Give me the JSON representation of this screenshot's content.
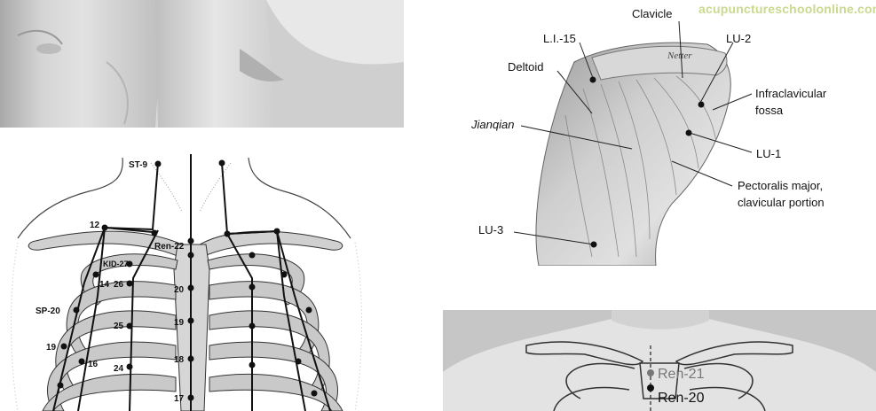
{
  "watermark": "acupunctureschoolonline.com",
  "chest_diagram": {
    "labels": {
      "st9": "ST-9",
      "p12": "12",
      "ren22": "Ren-22",
      "kid27": "KID-27",
      "p14": "14",
      "p26": "26",
      "p20": "20",
      "sp20": "SP-20",
      "p25": "25",
      "p19a": "19",
      "p19b": "19",
      "p16": "16",
      "p24": "24",
      "p18": "18",
      "p17": "17"
    }
  },
  "shoulder_diagram": {
    "labels": {
      "clavicle": "Clavicle",
      "li15": "L.I.-15",
      "lu2": "LU-2",
      "deltoid": "Deltoid",
      "infra1": "Infraclavicular",
      "infra2": "fossa",
      "jianqian": "Jianqian",
      "lu1": "LU-1",
      "pect1": "Pectoralis major,",
      "pect2": "clavicular portion",
      "lu3": "LU-3"
    },
    "signature": "Netter"
  },
  "bottom_photo": {
    "labels": {
      "ren21": "Ren-21",
      "ren20": "Ren-20"
    }
  }
}
